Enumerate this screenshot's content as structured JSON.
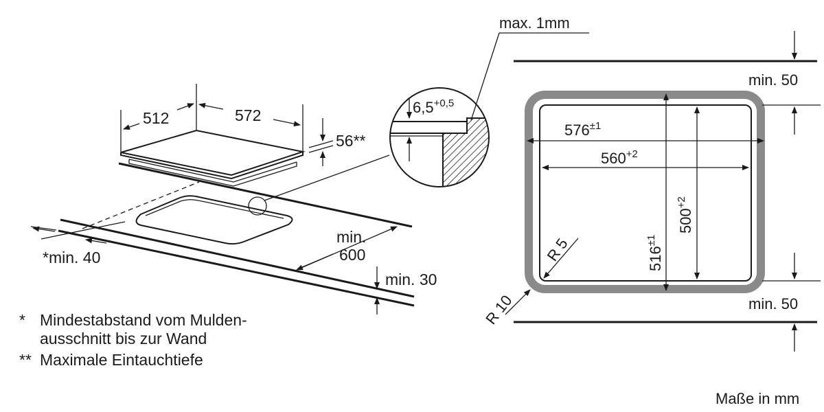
{
  "left": {
    "dim_width": "512",
    "dim_depth": "572",
    "dim_height": "56**",
    "dim_min_label": "min.",
    "dim_min_600": "600",
    "dim_min_30": "min. 30",
    "dim_min_40": "*min. 40"
  },
  "detail": {
    "max_label": "max. 1mm",
    "depth_base": "6,5",
    "depth_tol": "+0,5"
  },
  "cutout": {
    "width_outer": "576",
    "width_outer_tol": "±1",
    "width_inner": "560",
    "width_inner_tol": "+2",
    "depth_inner": "500",
    "depth_inner_tol": "+2",
    "depth_outer": "516",
    "depth_outer_tol": "±1",
    "radius_inner": "R 5",
    "radius_outer": "R 10",
    "min_top": "min. 50",
    "min_bottom": "min. 50"
  },
  "notes": {
    "note1_marker": "*",
    "note1_line1": "Mindestabstand vom Mulden-",
    "note1_line2": "ausschnitt bis zur Wand",
    "note2_marker": "**",
    "note2_text": "Maximale Eintauchtiefe"
  },
  "units": "Maße in mm"
}
